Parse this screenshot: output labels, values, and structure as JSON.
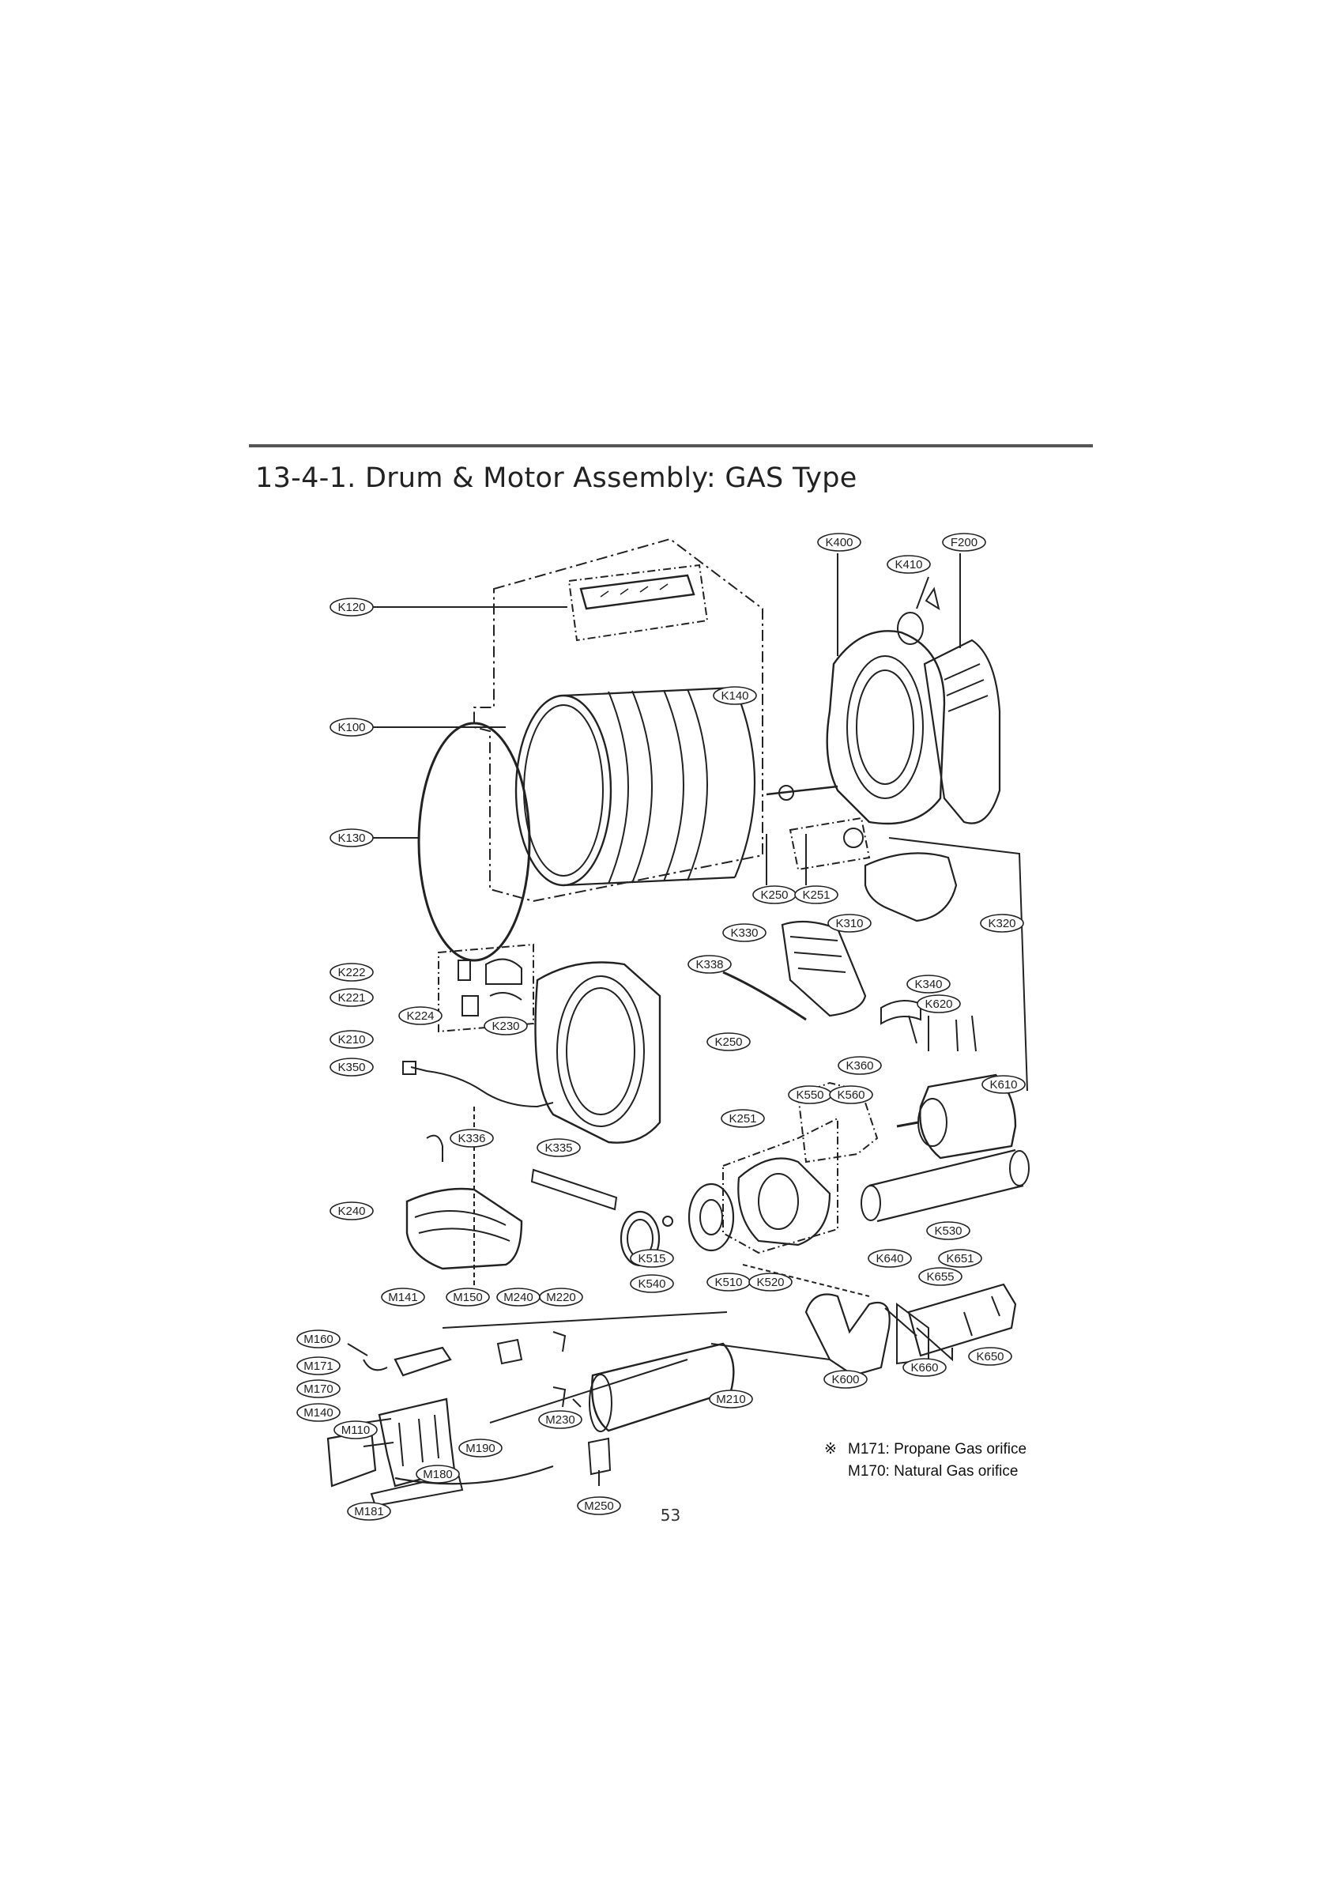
{
  "title": "13-4-1. Drum & Motor Assembly: GAS Type",
  "labels": [
    "K400",
    "F200",
    "K410",
    "K120",
    "K140",
    "K100",
    "K130",
    "K250",
    "K251",
    "K310",
    "K320",
    "K330",
    "K338",
    "K340",
    "K222",
    "K620",
    "K221",
    "K224",
    "K230",
    "K210",
    "K250",
    "K360",
    "K350",
    "K610",
    "K550",
    "K560",
    "K251",
    "K336",
    "K335",
    "K240",
    "K530",
    "K515",
    "K640",
    "K651",
    "K540",
    "K510",
    "K520",
    "K655",
    "M141",
    "M150",
    "M240",
    "M220",
    "M160",
    "K650",
    "K660",
    "M171",
    "K600",
    "M170",
    "M210",
    "M140",
    "M230",
    "M110",
    "M190",
    "M180",
    "M181",
    "M250"
  ],
  "note": {
    "mark": "※",
    "line1": "M171: Propane Gas orifice",
    "line2": "M170: Natural Gas orifice"
  },
  "page_number": "53"
}
